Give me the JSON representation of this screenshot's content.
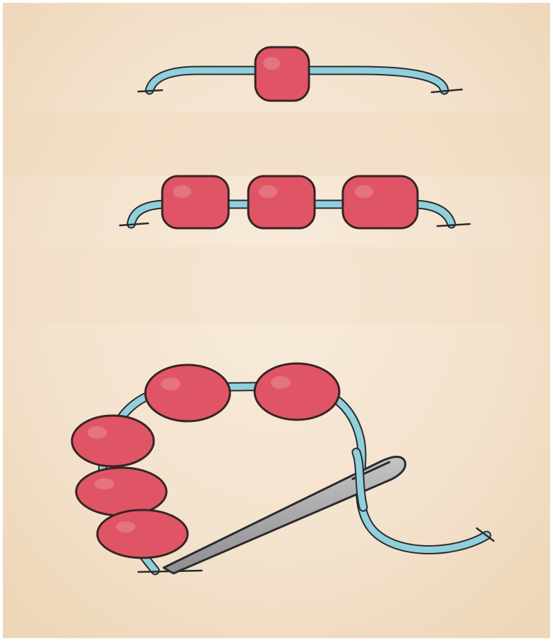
{
  "scene": {
    "description_colors": {
      "paper": "#f4e7d4",
      "paper_shade": "#eed8bb",
      "bead": "#e05565",
      "bead_dark": "#c33d4f",
      "thread": "#8fd0dc",
      "needle": "#a9a9ab",
      "needle_dark": "#6f6f72",
      "outline": "#2b2a2e"
    },
    "steps": [
      {
        "step": 1,
        "beads": 1
      },
      {
        "step": 2,
        "beads": 3
      },
      {
        "step": 3,
        "beads": 5,
        "needle": true
      }
    ]
  }
}
